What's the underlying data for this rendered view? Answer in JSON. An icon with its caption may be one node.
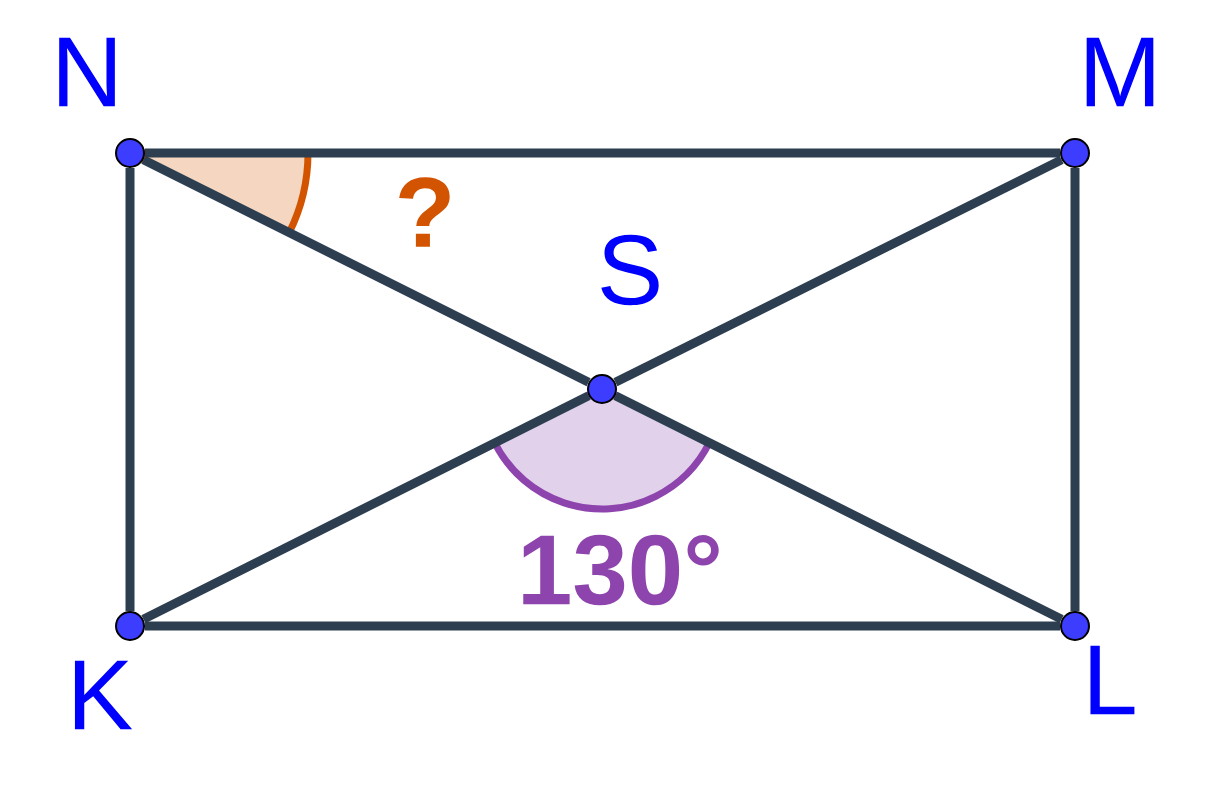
{
  "diagram": {
    "nodes": [
      {
        "text": [],
        "shape": "circle",
        "beside": [
          "N"
        ]
      },
      {
        "text": [],
        "shape": "circle",
        "beside": [
          "M"
        ]
      },
      {
        "text": [],
        "shape": "circle",
        "beside": [
          "S"
        ]
      },
      {
        "text": [],
        "shape": "circle",
        "beside": [
          "K"
        ]
      },
      {
        "text": [],
        "shape": "circle",
        "beside": [
          "L"
        ]
      }
    ],
    "edges": [
      {
        "from": 0,
        "to": 1,
        "arrow": "none"
      },
      {
        "from": 1,
        "to": 4,
        "arrow": "none"
      },
      {
        "from": 4,
        "to": 3,
        "arrow": "none"
      },
      {
        "from": 3,
        "to": 0,
        "arrow": "none"
      },
      {
        "from": 0,
        "to": 2,
        "arrow": "none"
      },
      {
        "from": 2,
        "to": 4,
        "arrow": "none"
      },
      {
        "from": 3,
        "to": 2,
        "arrow": "none"
      },
      {
        "from": 2,
        "to": 1,
        "arrow": "none"
      }
    ],
    "labels": [
      "?",
      "130°"
    ]
  }
}
